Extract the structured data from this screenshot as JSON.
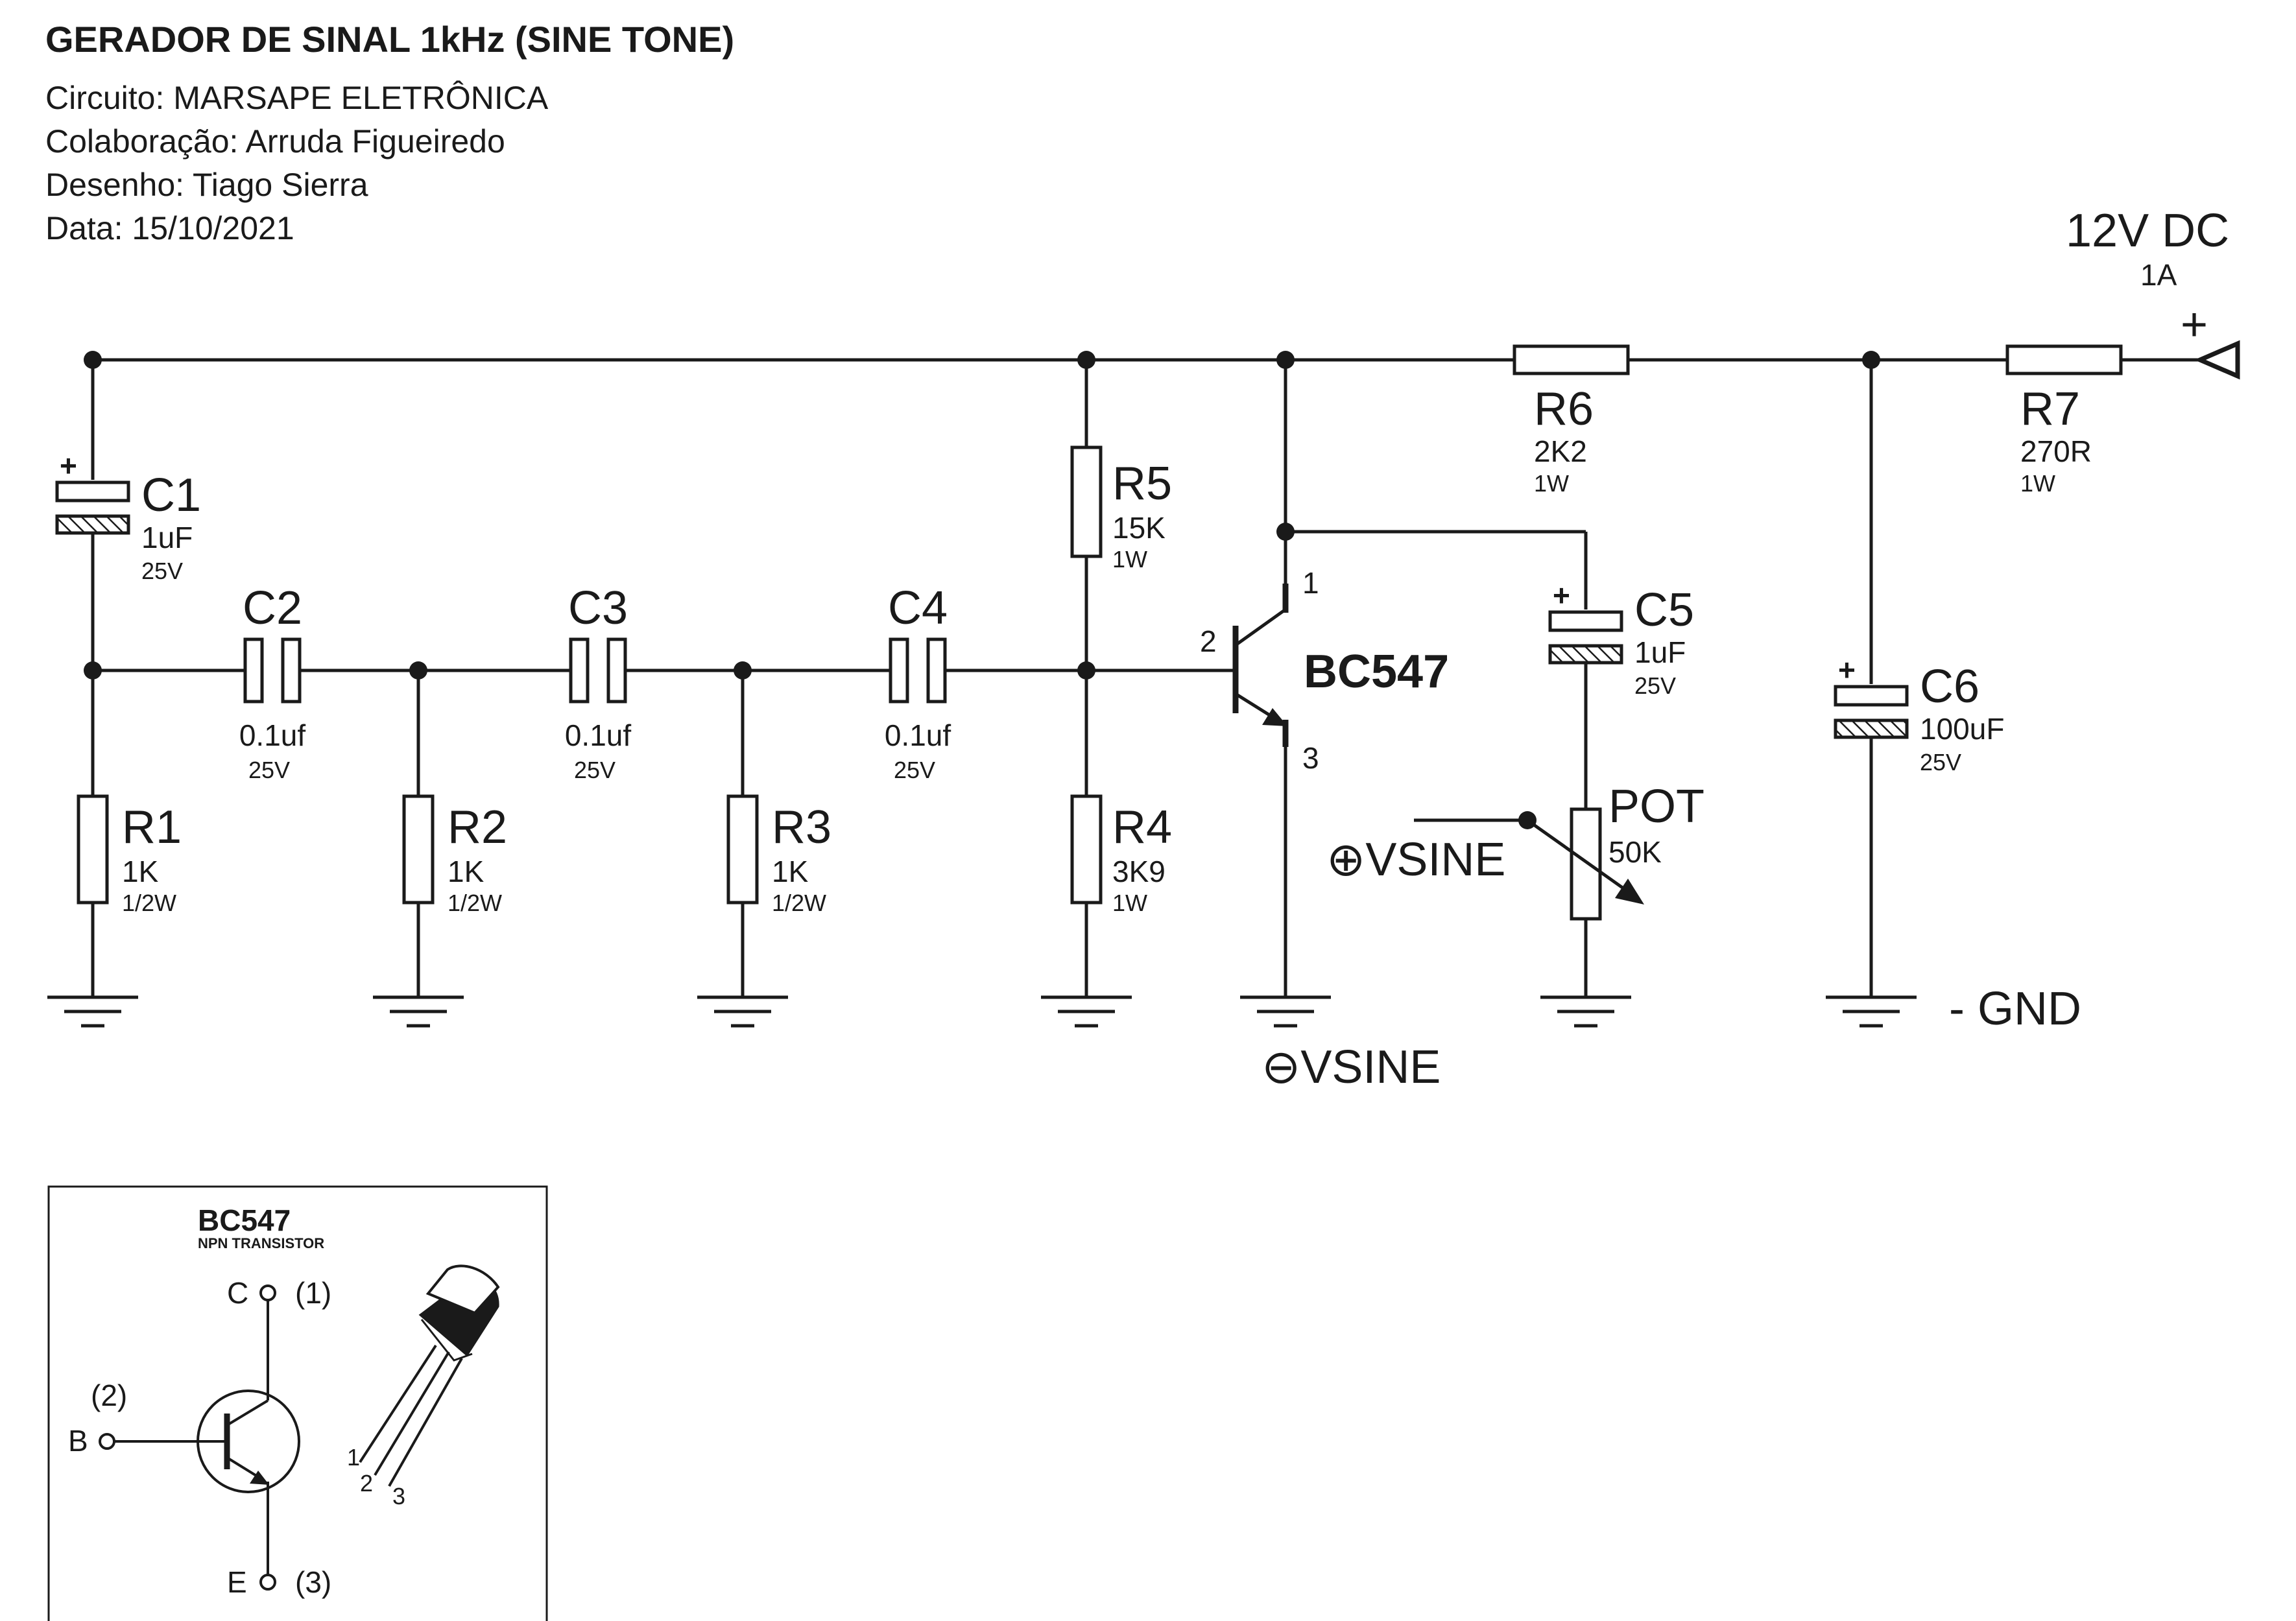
{
  "header": {
    "title": "GERADOR DE SINAL 1kHz (SINE TONE)",
    "circuit": "Circuito: MARSAPE ELETRÔNICA",
    "collab": "Colaboração: Arruda Figueiredo",
    "drawing": "Desenho: Tiago Sierra",
    "date": "Data: 15/10/2021"
  },
  "power": {
    "voltage": "12V DC",
    "current": "1A",
    "plus": "+"
  },
  "components": {
    "c1": {
      "ref": "C1",
      "value": "1uF",
      "rating": "25V"
    },
    "c2": {
      "ref": "C2",
      "value": "0.1uf",
      "rating": "25V"
    },
    "c3": {
      "ref": "C3",
      "value": "0.1uf",
      "rating": "25V"
    },
    "c4": {
      "ref": "C4",
      "value": "0.1uf",
      "rating": "25V"
    },
    "c5": {
      "ref": "C5",
      "value": "1uF",
      "rating": "25V"
    },
    "c6": {
      "ref": "C6",
      "value": "100uF",
      "rating": "25V"
    },
    "r1": {
      "ref": "R1",
      "value": "1K",
      "rating": "1/2W"
    },
    "r2": {
      "ref": "R2",
      "value": "1K",
      "rating": "1/2W"
    },
    "r3": {
      "ref": "R3",
      "value": "1K",
      "rating": "1/2W"
    },
    "r4": {
      "ref": "R4",
      "value": "3K9",
      "rating": "1W"
    },
    "r5": {
      "ref": "R5",
      "value": "15K",
      "rating": "1W"
    },
    "r6": {
      "ref": "R6",
      "value": "2K2",
      "rating": "1W"
    },
    "r7": {
      "ref": "R7",
      "value": "270R",
      "rating": "1W"
    },
    "pot": {
      "ref": "POT",
      "value": "50K"
    },
    "q1": {
      "ref": "BC547",
      "pin_c": "1",
      "pin_b": "2",
      "pin_e": "3"
    }
  },
  "polarity": {
    "plus": "+"
  },
  "outputs": {
    "vsine_pos": "⊕VSINE",
    "vsine_neg": "⊖VSINE",
    "gnd": "- GND"
  },
  "legend": {
    "title": "BC547",
    "subtitle": "NPN TRANSISTOR",
    "c_label": "C",
    "c_pin": "(1)",
    "b_label": "B",
    "b_pin": "(2)",
    "e_label": "E",
    "e_pin": "(3)",
    "leg1": "1",
    "leg2": "2",
    "leg3": "3"
  }
}
